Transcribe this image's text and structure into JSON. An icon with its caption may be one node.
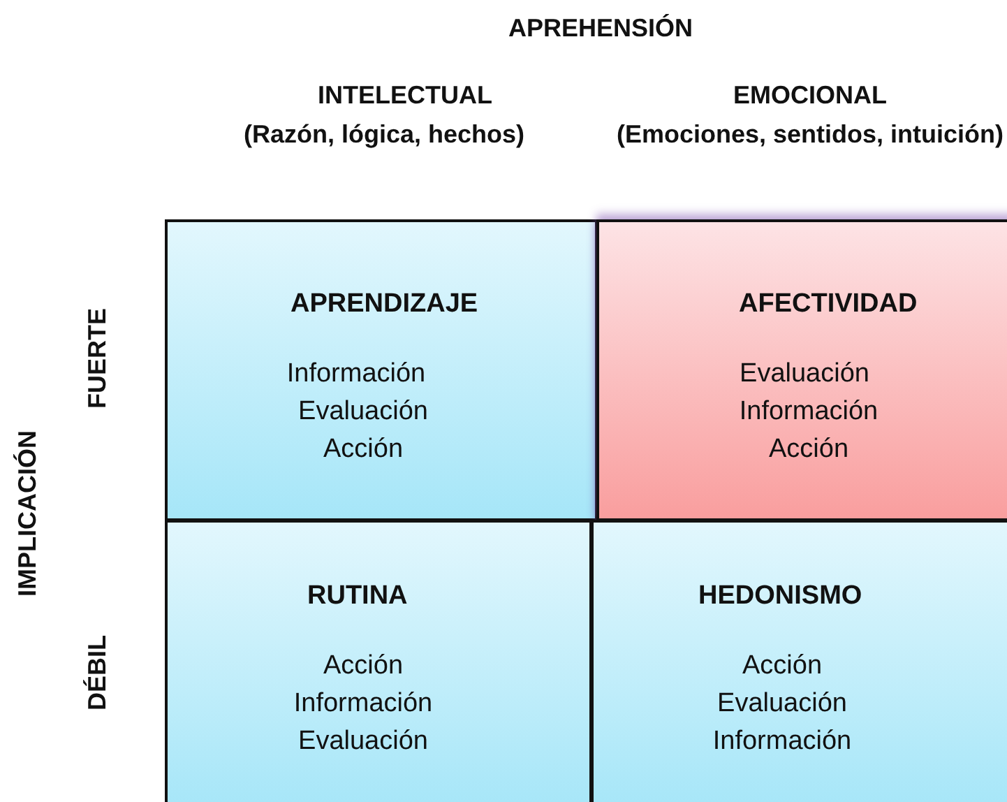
{
  "diagram": {
    "nodes": [
      {
        "text": [
          "APRENDIZAJE",
          "Información",
          "Evaluación",
          "Acción"
        ]
      },
      {
        "text": [
          "AFECTIVIDAD",
          "Evaluación",
          "Información",
          "Acción"
        ]
      },
      {
        "text": [
          "RUTINA",
          "Acción",
          "Información",
          "Evaluación"
        ]
      },
      {
        "text": [
          "HEDONISMO",
          "Acción",
          "Evaluación",
          "Información"
        ]
      }
    ],
    "labels": [
      "APREHENSIÓN",
      "INTELECTUAL",
      "(Razón, lógica, hechos)",
      "EMOCIONAL",
      "(Emociones, sentidos, intuición)",
      "IMPLICACIÓN",
      "FUERTE",
      "DÉBIL"
    ]
  }
}
